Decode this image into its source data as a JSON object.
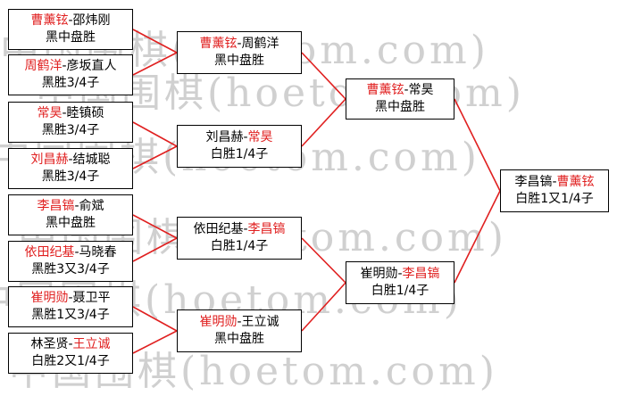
{
  "watermark": "中国围棋(hoetom.com)",
  "matches": [
    {
      "id": "r1m1",
      "p1": "曹薰铉",
      "p2": "邵炜刚",
      "winner": 1,
      "result": "黑中盘胜"
    },
    {
      "id": "r1m2",
      "p1": "周鹤洋",
      "p2": "彦坂直人",
      "winner": 1,
      "result": "黑胜3/4子"
    },
    {
      "id": "r1m3",
      "p1": "常昊",
      "p2": "睦镇硕",
      "winner": 1,
      "result": "黑胜3/4子"
    },
    {
      "id": "r1m4",
      "p1": "刘昌赫",
      "p2": "结城聪",
      "winner": 1,
      "result": "黑胜3/4子"
    },
    {
      "id": "r1m5",
      "p1": "李昌镐",
      "p2": "俞斌",
      "winner": 1,
      "result": "黑中盘胜"
    },
    {
      "id": "r1m6",
      "p1": "依田纪基",
      "p2": "马晓春",
      "winner": 1,
      "result": "黑胜3又3/4子"
    },
    {
      "id": "r1m7",
      "p1": "崔明勋",
      "p2": "聂卫平",
      "winner": 1,
      "result": "黑胜1又3/4子"
    },
    {
      "id": "r1m8",
      "p1": "林圣贤",
      "p2": "王立诚",
      "winner": 2,
      "result": "白胜2又1/4子"
    },
    {
      "id": "r2m1",
      "p1": "曹薰铉",
      "p2": "周鹤洋",
      "winner": 1,
      "result": "黑中盘胜"
    },
    {
      "id": "r2m2",
      "p1": "刘昌赫",
      "p2": "常昊",
      "winner": 2,
      "result": "白胜1/4子"
    },
    {
      "id": "r2m3",
      "p1": "依田纪基",
      "p2": "李昌镐",
      "winner": 2,
      "result": "白胜1/4子"
    },
    {
      "id": "r2m4",
      "p1": "崔明勋",
      "p2": "王立诚",
      "winner": 1,
      "result": "黑中盘胜"
    },
    {
      "id": "r3m1",
      "p1": "曹薰铉",
      "p2": "常昊",
      "winner": 1,
      "result": "黑中盘胜"
    },
    {
      "id": "r3m2",
      "p1": "崔明勋",
      "p2": "李昌镐",
      "winner": 2,
      "result": "白胜1/4子"
    },
    {
      "id": "final",
      "p1": "李昌镐",
      "p2": "曹薰铉",
      "winner": 2,
      "result": "白胜1又1/4子"
    }
  ],
  "separator": "-",
  "colors": {
    "winner": "#e02020",
    "text": "#000000",
    "connector": "#e02020",
    "watermark": "#d0d0d0"
  }
}
